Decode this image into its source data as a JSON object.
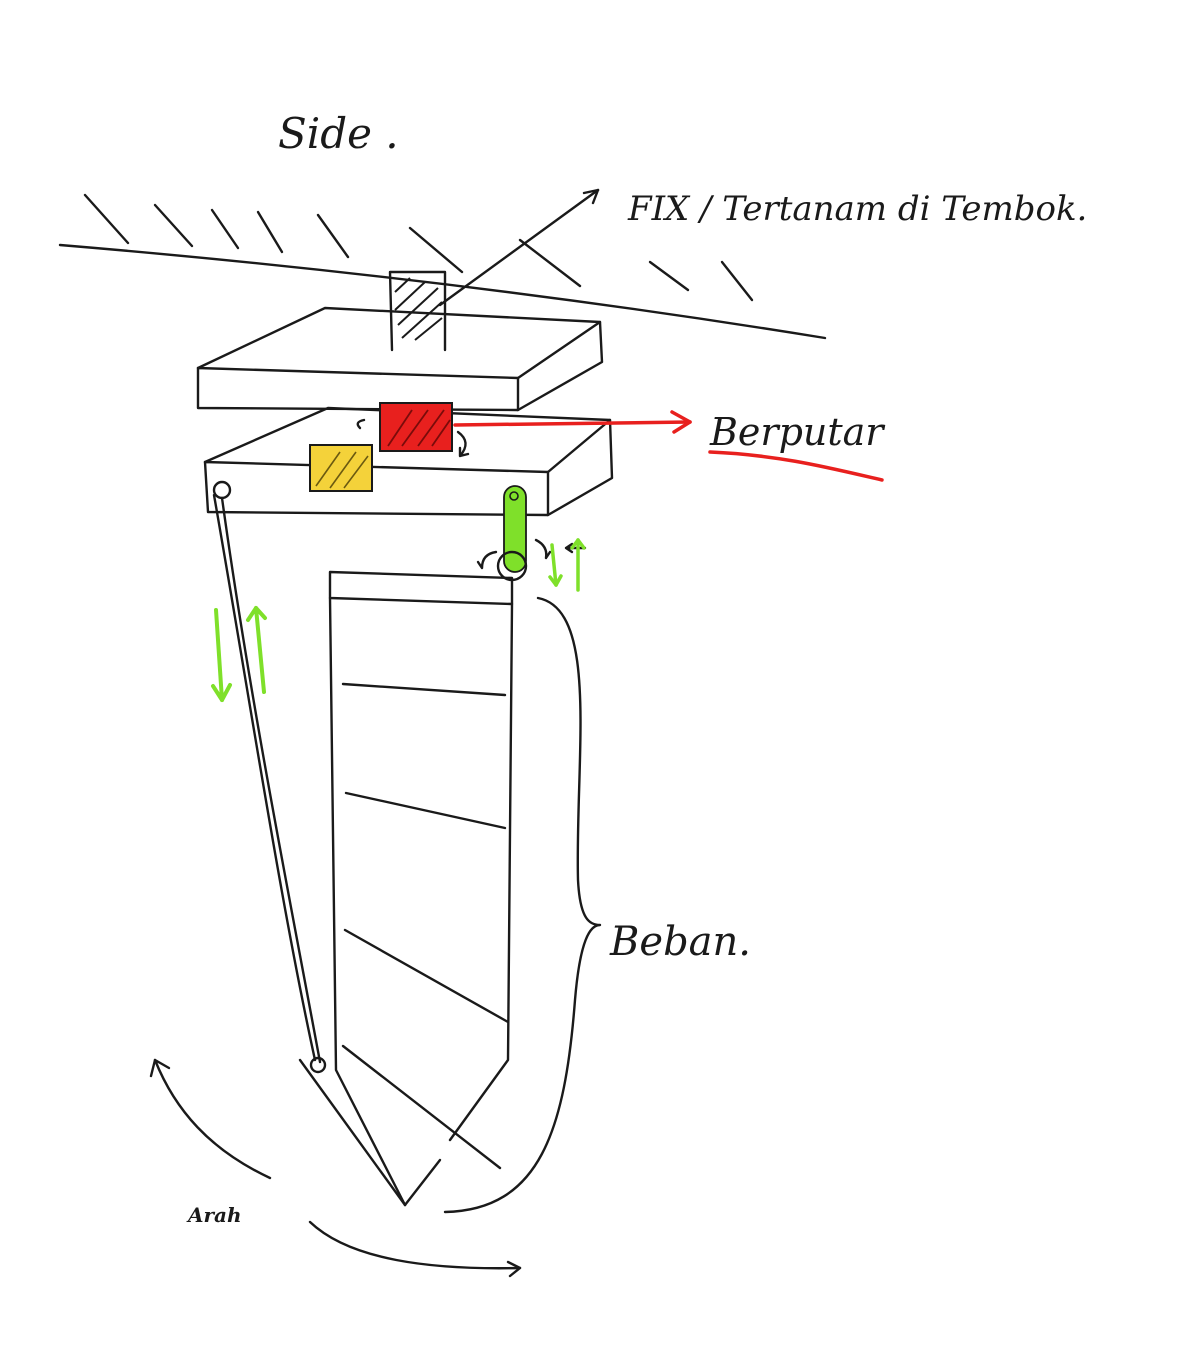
{
  "labels": {
    "view": "Side .",
    "fix": "FIX / Tertanam di Tembok.",
    "rotate": "Berputar",
    "load": "Beban.",
    "direction": "Arah"
  },
  "colors": {
    "ink": "#1a1a1a",
    "red": "#e8201e",
    "yellow": "#f4d23a",
    "green": "#7fe02a"
  }
}
